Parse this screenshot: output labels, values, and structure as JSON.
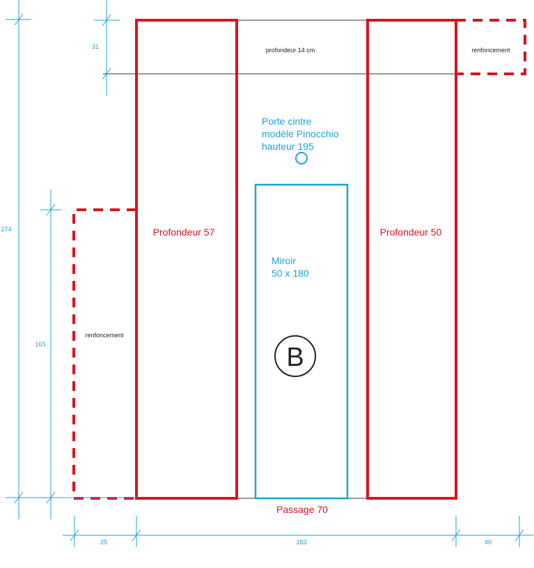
{
  "colors": {
    "red": "#d9141f",
    "blue": "#1ba3d6",
    "dark": "#333333"
  },
  "dimensions": {
    "d274": "274",
    "d31": "31",
    "d165": "165",
    "d25": "25",
    "d183": "183",
    "d40": "40"
  },
  "labels": {
    "depth_top": "profondeur 14 cm",
    "recess_right": "renfoncement",
    "recess_left": "renfoncement",
    "hanger_line1": "Porte cintre",
    "hanger_line2": "modèle Pinocchio",
    "hanger_line3": "hauteur 195",
    "depth_left": "Profondeur 57",
    "depth_right": "Profondeur 50",
    "mirror_line1": "Miroir",
    "mirror_line2": "50 x 180",
    "marker": "B",
    "passage": "Passage 70"
  }
}
